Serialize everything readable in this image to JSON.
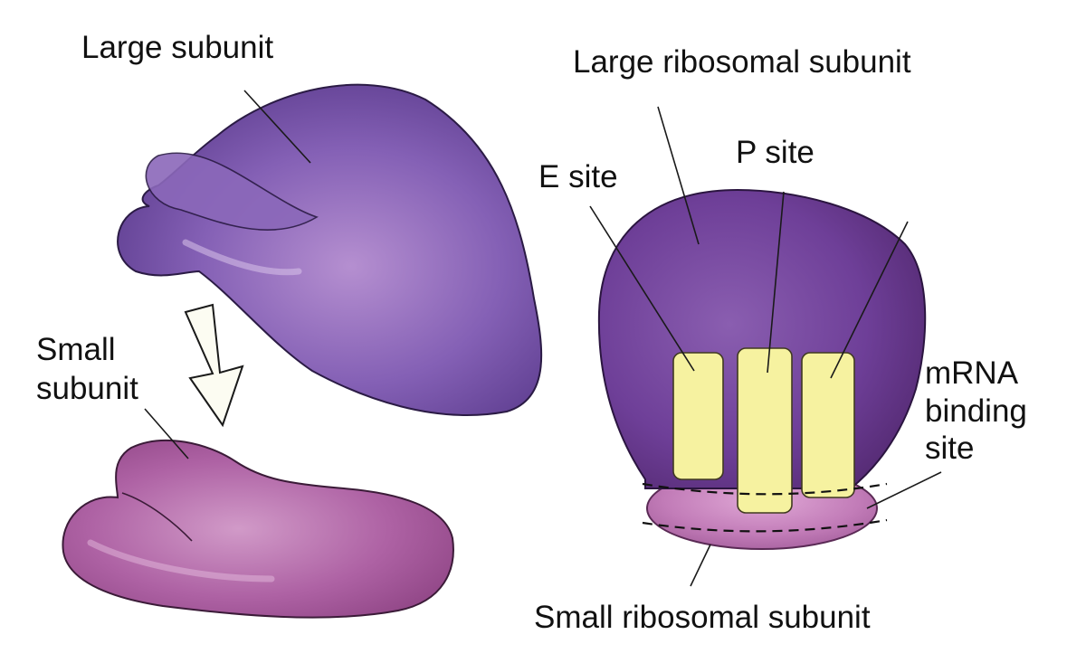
{
  "labels": {
    "large_subunit": "Large subunit",
    "small_subunit_line1": "Small",
    "small_subunit_line2": "subunit",
    "large_ribosomal_subunit": "Large ribosomal subunit",
    "e_site": "E site",
    "p_site": "P site",
    "mrna_line1": "mRNA",
    "mrna_line2": "binding",
    "mrna_line3": "site",
    "small_ribosomal_subunit": "Small ribosomal subunit"
  },
  "colors": {
    "large_subunit": "#6a3f96",
    "small_subunit": "#a5559a",
    "tRNA_site": "#f6f2a0",
    "arrow": "#fcfcf2"
  }
}
